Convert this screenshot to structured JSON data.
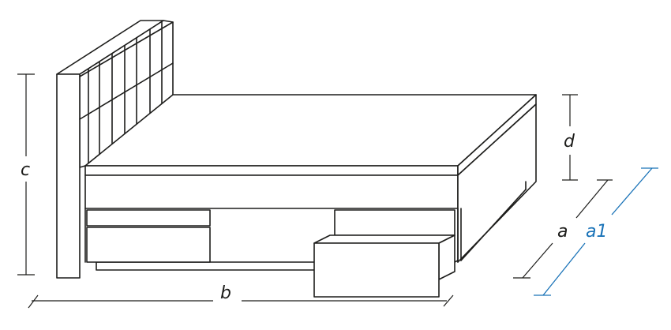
{
  "colors": {
    "ink": "#1d1d1b",
    "accent": "#1a73b8",
    "background": "#ffffff"
  },
  "dimensions": {
    "a": "a",
    "a1": "a1",
    "b": "b",
    "c": "c",
    "d": "d"
  }
}
